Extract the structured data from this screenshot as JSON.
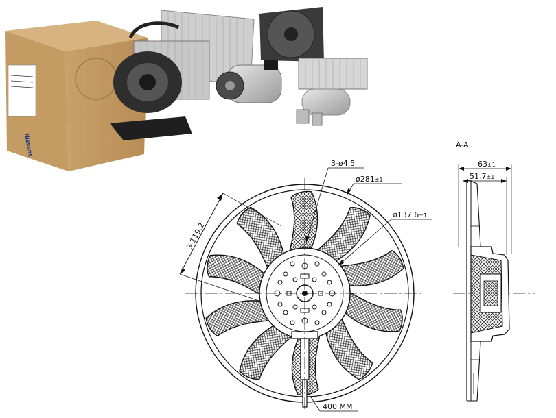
{
  "box_brand": "Nissens",
  "drawing": {
    "section_label": "A-A",
    "hole_spec": "3-ø4.5",
    "outer_diameter": "ø281",
    "outer_diameter_tol": "±1",
    "hub_diameter": "ø137.6",
    "hub_diameter_tol": "±1",
    "pitch_spec": "3-119.2",
    "cable_length": "400 MM",
    "depth_total": "63",
    "depth_total_tol": "±1",
    "depth_inner": "51.7",
    "depth_inner_tol": "±1"
  }
}
